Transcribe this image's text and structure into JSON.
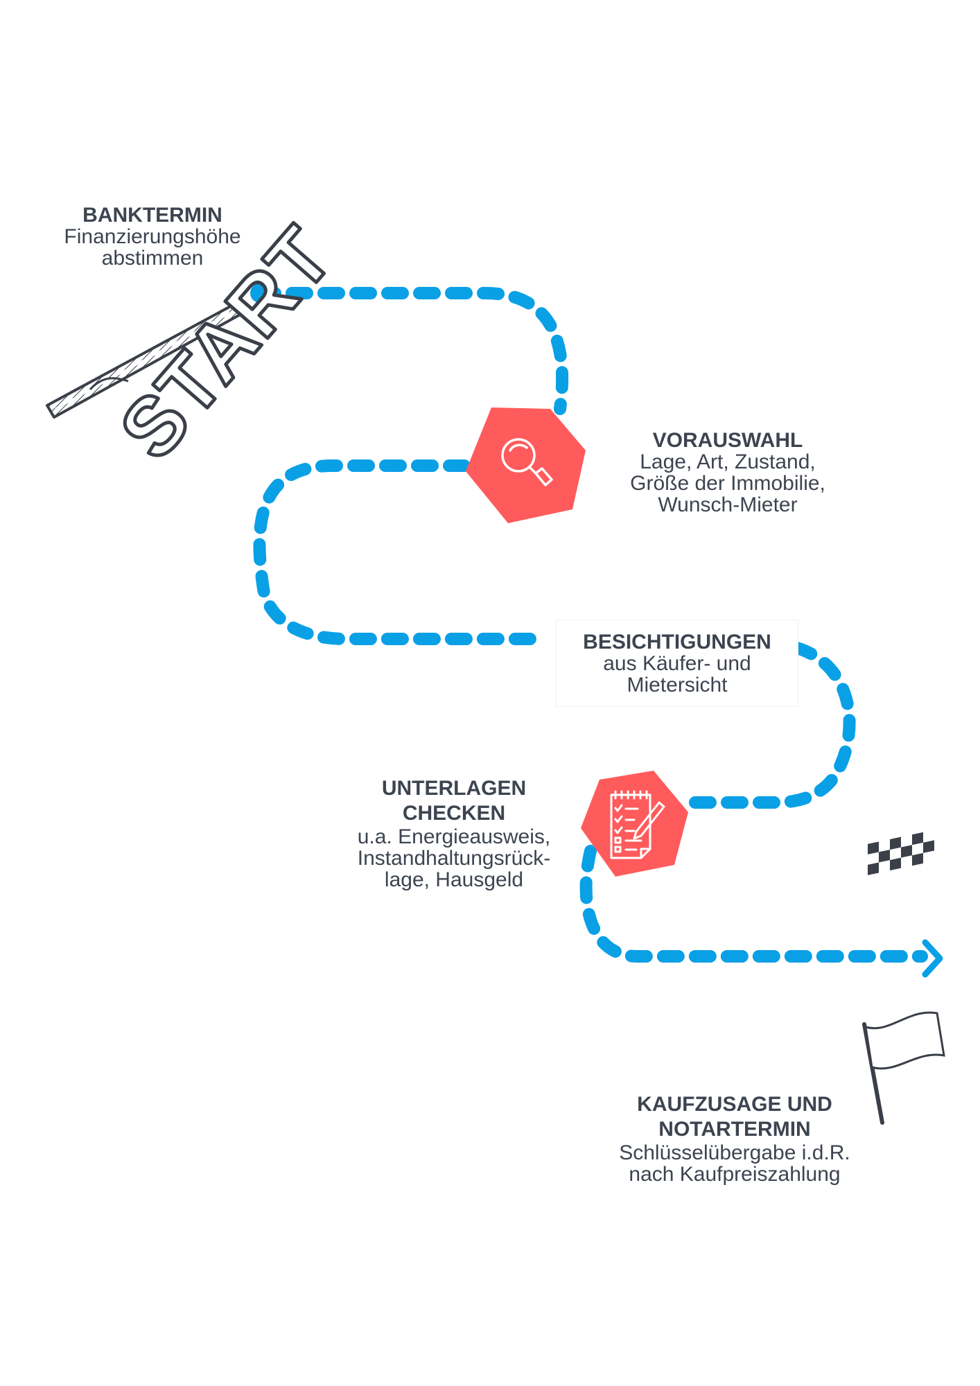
{
  "colors": {
    "path": "#0aa0e6",
    "hexagon": "#ff5b5c",
    "text": "#3d4450",
    "ink": "#3a3f48"
  },
  "start_banner": {
    "label": "START",
    "icon": "start-banner-icon"
  },
  "steps": [
    {
      "title": "BANKTERMIN",
      "lines": [
        "Finanzierungshöhe",
        "abstimmen"
      ]
    },
    {
      "title": "VORAUSWAHL",
      "lines": [
        "Lage, Art, Zustand,",
        "Größe der Immobilie,",
        "Wunsch-Mieter"
      ],
      "icon": "magnifier-icon"
    },
    {
      "title": "BESICHTIGUNGEN",
      "lines": [
        "aus Käufer- und",
        "Mietersicht"
      ]
    },
    {
      "title_lines": [
        "UNTERLAGEN",
        "CHECKEN"
      ],
      "lines": [
        "u.a. Energieausweis,",
        "Instandhaltungsrück-",
        "lage, Hausgeld"
      ],
      "icon": "checklist-icon"
    },
    {
      "title_lines": [
        "KAUFZUSAGE UND",
        "NOTARTERMIN"
      ],
      "lines": [
        "Schlüsselübergabe i.d.R.",
        "nach Kaufpreiszahlung"
      ],
      "icon": "checkered-flag-icon"
    }
  ]
}
